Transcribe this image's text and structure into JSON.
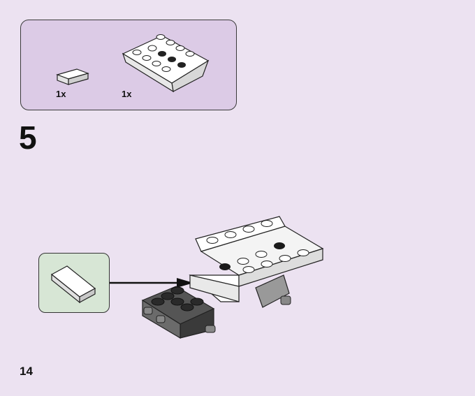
{
  "parts_list": {
    "items": [
      {
        "quantity": "1x",
        "part": "white-tile-1x2-icon"
      },
      {
        "quantity": "1x",
        "part": "white-inverted-slope-plate-icon"
      }
    ]
  },
  "step": {
    "number": "5"
  },
  "callout": {
    "part": "white-tile-1x2-icon"
  },
  "page": {
    "number": "14"
  },
  "colors": {
    "background": "#ece2f1",
    "parts_box": "#dccbe6",
    "callout": "#d7e6d5"
  }
}
